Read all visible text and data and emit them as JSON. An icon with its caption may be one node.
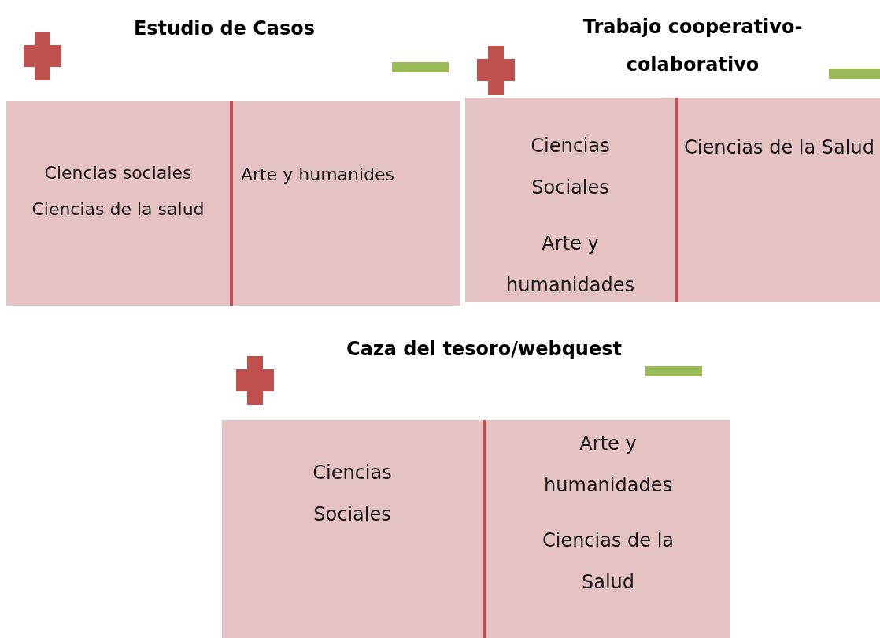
{
  "diagram": {
    "nodes": [
      {
        "text": [
          "Ciencias sociales",
          "Ciencias de la salud"
        ]
      },
      {
        "text": [
          "Arte y humanides"
        ]
      },
      {
        "text": [
          "Ciencias Sociales",
          "Arte y humanidades"
        ]
      },
      {
        "text": [
          "Ciencias de la Salud"
        ]
      },
      {
        "text": [
          "Ciencias Sociales"
        ]
      },
      {
        "text": [
          "Arte y humanidades",
          "Ciencias de la Salud"
        ]
      }
    ],
    "labels": [
      "Estudio de Casos",
      "Trabajo cooperativo- colaborativo",
      "Caza del tesoro/webquest"
    ]
  }
}
